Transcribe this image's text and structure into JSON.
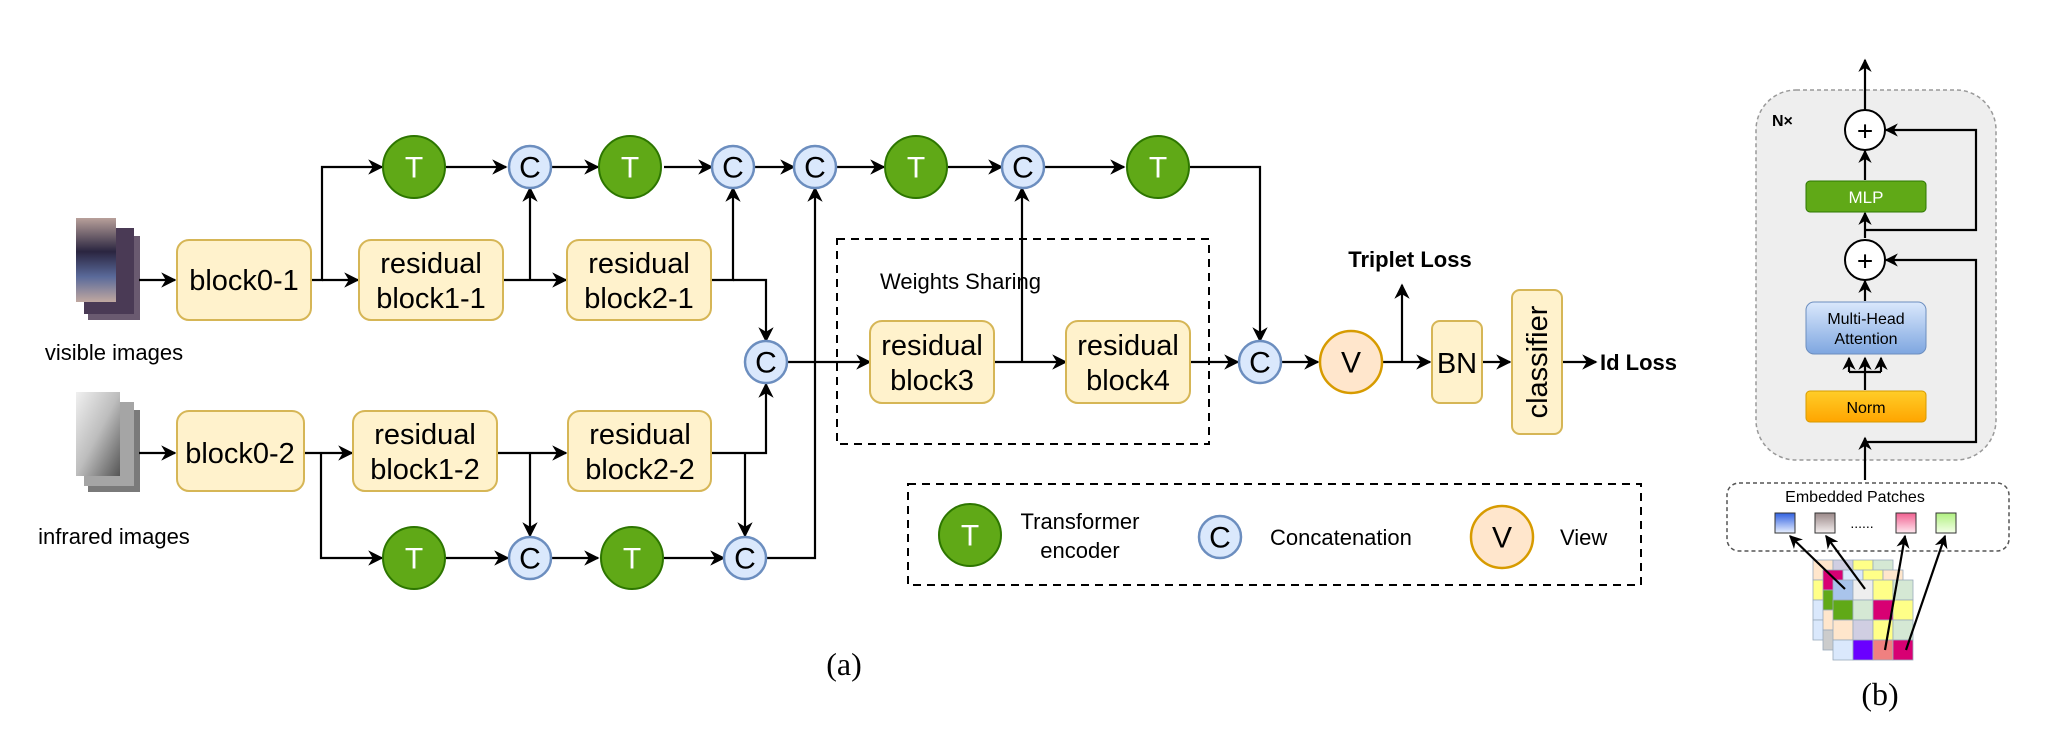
{
  "figure": {
    "caption_a": "(a)",
    "caption_b": "(b)"
  },
  "inputs": {
    "visible_label": "visible images",
    "infrared_label": "infrared images"
  },
  "blocks": {
    "block0_1": "block0-1",
    "block0_2": "block0-2",
    "res1_1": [
      "residual",
      "block1-1"
    ],
    "res2_1": [
      "residual",
      "block2-1"
    ],
    "res1_2": [
      "residual",
      "block1-2"
    ],
    "res2_2": [
      "residual",
      "block2-2"
    ],
    "res3": [
      "residual",
      "block3"
    ],
    "res4": [
      "residual",
      "block4"
    ],
    "bn": "BN",
    "classifier": "classifier"
  },
  "nodes": {
    "transformer_symbol": "T",
    "concat_symbol": "C",
    "view_symbol": "V"
  },
  "groups": {
    "weights_sharing": "Weights Sharing"
  },
  "outputs": {
    "triplet_loss": "Triplet Loss",
    "id_loss": "Id Loss"
  },
  "legend": {
    "items": [
      {
        "symbol": "T",
        "label_lines": [
          "Transformer",
          "encoder"
        ],
        "kind": "transformer"
      },
      {
        "symbol": "C",
        "label_lines": [
          "Concatenation"
        ],
        "kind": "concatenation"
      },
      {
        "symbol": "V",
        "label_lines": [
          "View"
        ],
        "kind": "view"
      }
    ]
  },
  "encoder": {
    "repeat_label": "N×",
    "mlp": "MLP",
    "attention": [
      "Multi-Head",
      "Attention"
    ],
    "norm": "Norm",
    "add_symbol": "+",
    "patches_label": "Embedded Patches",
    "ellipsis": "......"
  },
  "colors": {
    "transformer_fill": "#60a917",
    "concat_fill": "#dae8fc",
    "view_fill": "#ffe6cc",
    "block_fill": "#fff2cc",
    "norm_fill": "#ffcd28",
    "attention_fill": "#bcd3f0"
  }
}
